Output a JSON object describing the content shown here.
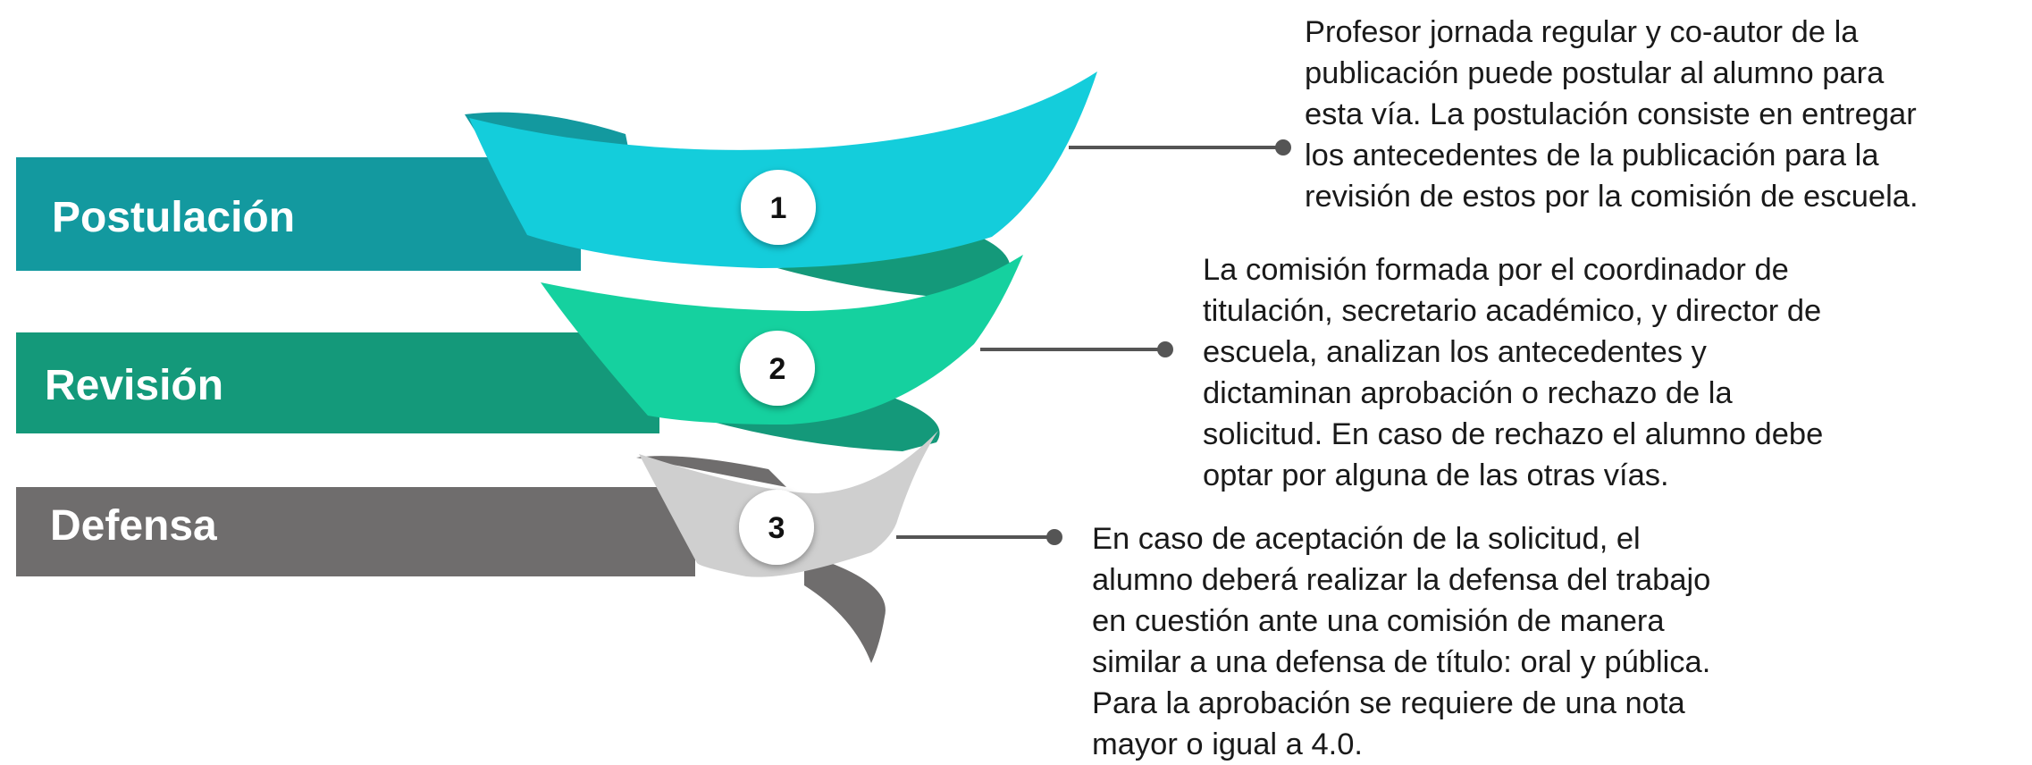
{
  "colors": {
    "stage1_bar": "#13999f",
    "stage1_band": "#14cddb",
    "stage2_bar": "#14997a",
    "stage2_band": "#15d19f",
    "stage3_bar": "#6f6d6d",
    "stage3_band": "#cfcfcf",
    "connector": "#555555"
  },
  "stages": [
    {
      "number": "1",
      "label": "Postulación",
      "description": [
        "Profesor jornada regular y co-autor de la",
        "publicación puede postular al alumno para",
        "esta vía. La postulación consiste en entregar",
        "los antecedentes de la publicación para la",
        "revisión de estos por la comisión de escuela."
      ]
    },
    {
      "number": "2",
      "label": "Revisión",
      "description": [
        "La comisión formada por el coordinador de",
        "titulación, secretario académico, y director de",
        "escuela, analizan los antecedentes y",
        "dictaminan aprobación o rechazo de la",
        "solicitud. En caso de rechazo el alumno debe",
        "optar por alguna de las otras vías."
      ]
    },
    {
      "number": "3",
      "label": "Defensa",
      "description": [
        "En caso de aceptación de la solicitud, el",
        "alumno deberá realizar la defensa del trabajo",
        "en cuestión ante una comisión de manera",
        "similar a una defensa de título: oral y pública.",
        "Para la aprobación se requiere de una nota",
        "mayor o igual a 4.0."
      ]
    }
  ]
}
